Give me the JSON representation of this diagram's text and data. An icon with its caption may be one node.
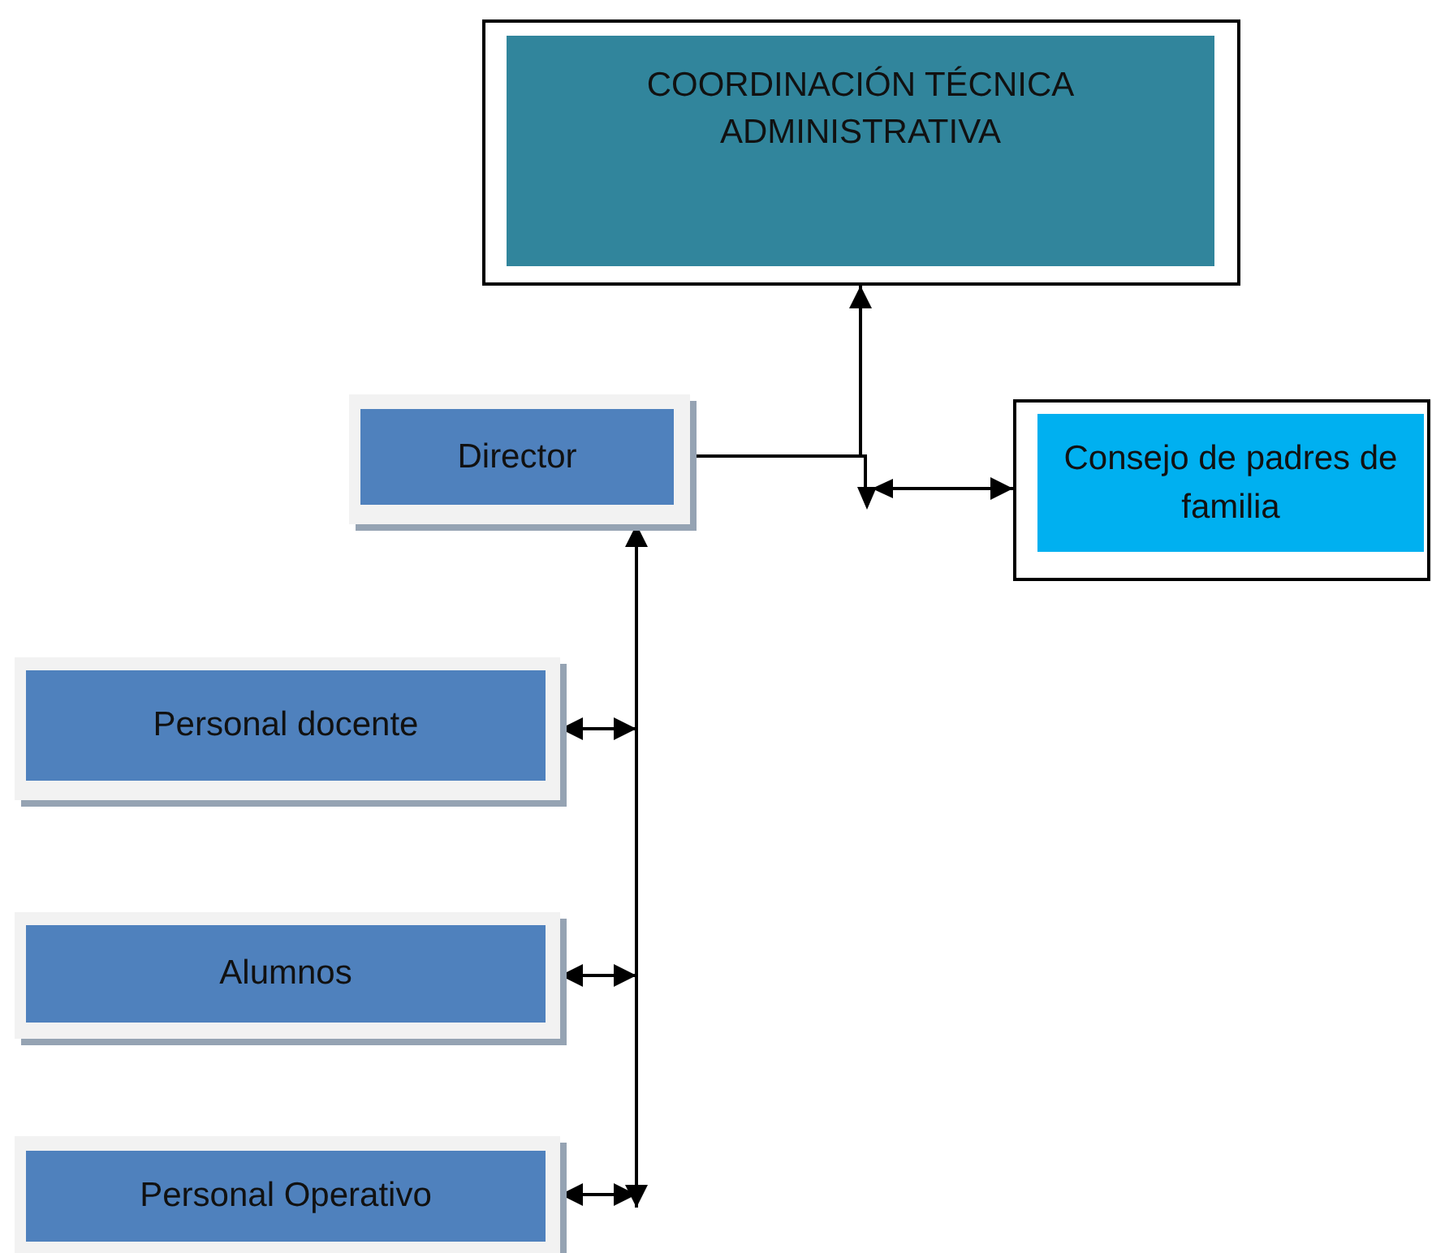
{
  "diagram": {
    "nodes": [
      {
        "text": [
          "COORDINACIÓN TÉCNICA ADMINISTRATIVA"
        ]
      },
      {
        "text": [
          "Director"
        ]
      },
      {
        "text": [
          "Consejo  de padres de familia"
        ]
      },
      {
        "text": [
          "Personal docente"
        ]
      },
      {
        "text": [
          "Alumnos"
        ]
      },
      {
        "text": [
          "Personal Operativo"
        ]
      }
    ],
    "edges": [
      {
        "from": 1,
        "to": 0,
        "arrow": "to"
      },
      {
        "from": 1,
        "to": 2,
        "arrow": "to"
      },
      {
        "from": 1,
        "to": 3,
        "arrow": "both"
      },
      {
        "from": 1,
        "to": 4,
        "arrow": "both"
      },
      {
        "from": 1,
        "to": 5,
        "arrow": "both"
      }
    ]
  }
}
